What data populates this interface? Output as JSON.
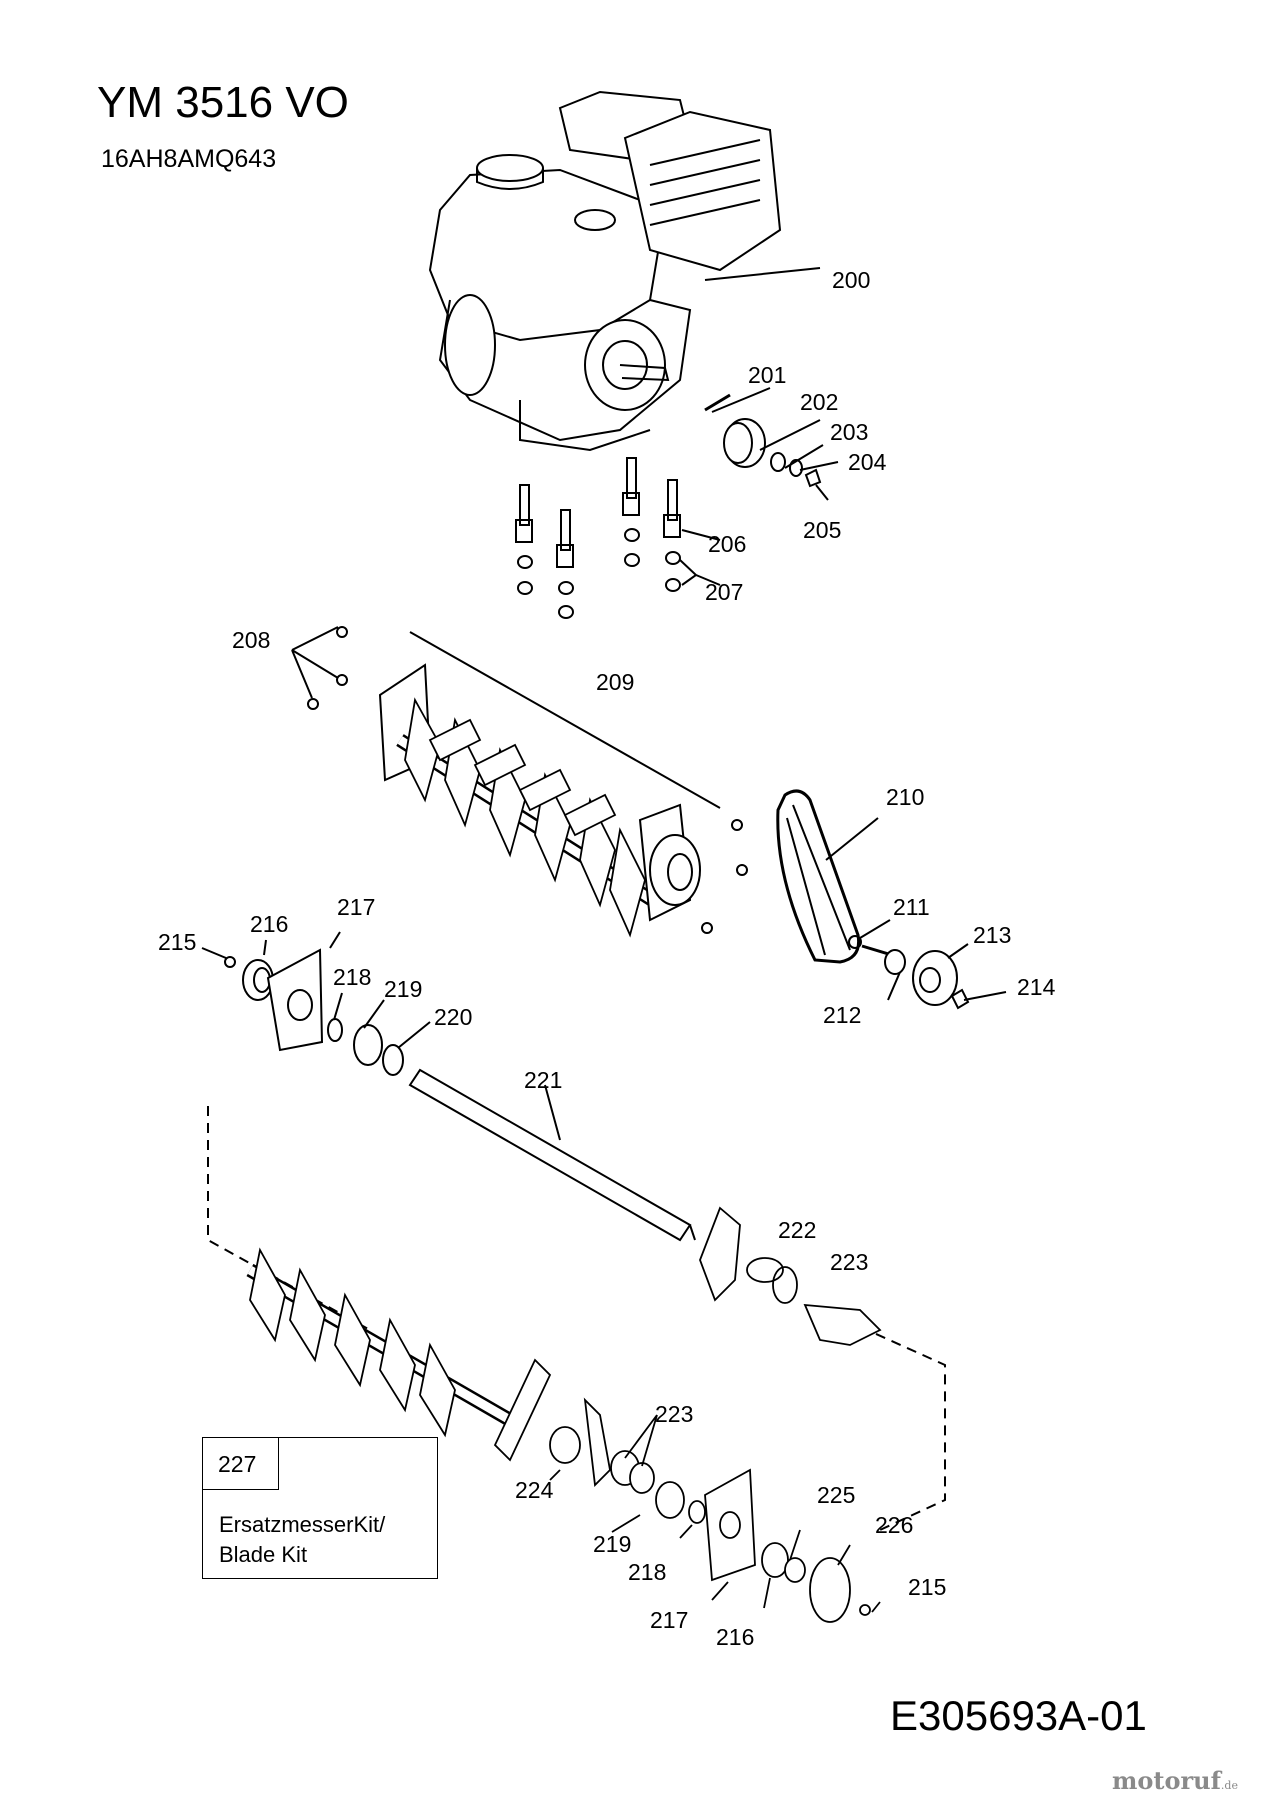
{
  "title": "YM 3516 VO",
  "subtitle": "16AH8AMQ643",
  "document_id": "E305693A-01",
  "kit": {
    "number": "227",
    "label_line1": "ErsatzmesserKit/",
    "label_line2": "Blade Kit"
  },
  "watermark": {
    "brand": "motoruf",
    "suffix": ".de"
  },
  "part_numbers": [
    "200",
    "201",
    "202",
    "203",
    "204",
    "205",
    "206",
    "207",
    "208",
    "209",
    "210",
    "211",
    "212",
    "213",
    "214",
    "215",
    "216",
    "217",
    "218",
    "219",
    "220",
    "221",
    "222",
    "223",
    "224",
    "225",
    "226"
  ]
}
